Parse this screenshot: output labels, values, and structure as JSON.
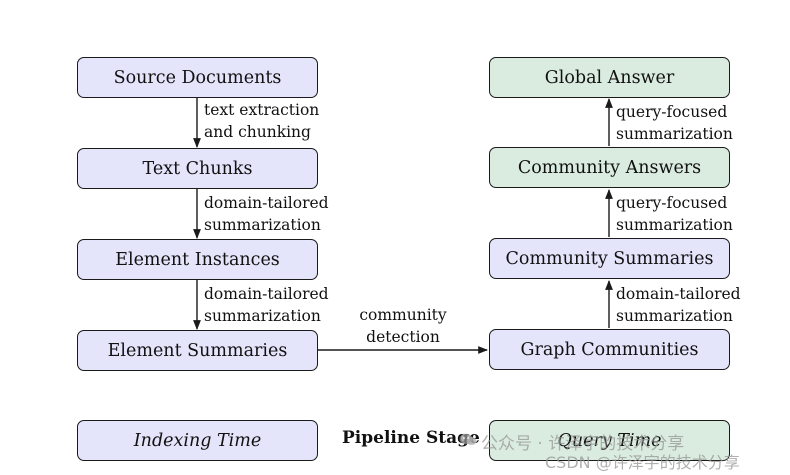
{
  "nodes": {
    "source_documents": "Source Documents",
    "text_chunks": "Text Chunks",
    "element_instances": "Element Instances",
    "element_summaries": "Element Summaries",
    "graph_communities": "Graph Communities",
    "community_summaries": "Community Summaries",
    "community_answers": "Community Answers",
    "global_answer": "Global Answer"
  },
  "edges": {
    "e1": [
      "text extraction",
      "and chunking"
    ],
    "e2": [
      "domain-tailored",
      "summarization"
    ],
    "e3": [
      "domain-tailored",
      "summarization"
    ],
    "e4": [
      "community",
      "detection"
    ],
    "e5": [
      "domain-tailored",
      "summarization"
    ],
    "e6": [
      "query-focused",
      "summarization"
    ],
    "e7": [
      "query-focused",
      "summarization"
    ]
  },
  "legend": {
    "indexing": "Indexing Time",
    "stage": "Pipeline Stage",
    "query": "Query Time"
  },
  "watermark": {
    "line1": "公众号 · 许泽宇的技术分享",
    "line2": "CSDN @许泽宇的技术分享"
  },
  "colors": {
    "indexing_fill": "#e4e4fb",
    "query_fill": "#daece0"
  }
}
